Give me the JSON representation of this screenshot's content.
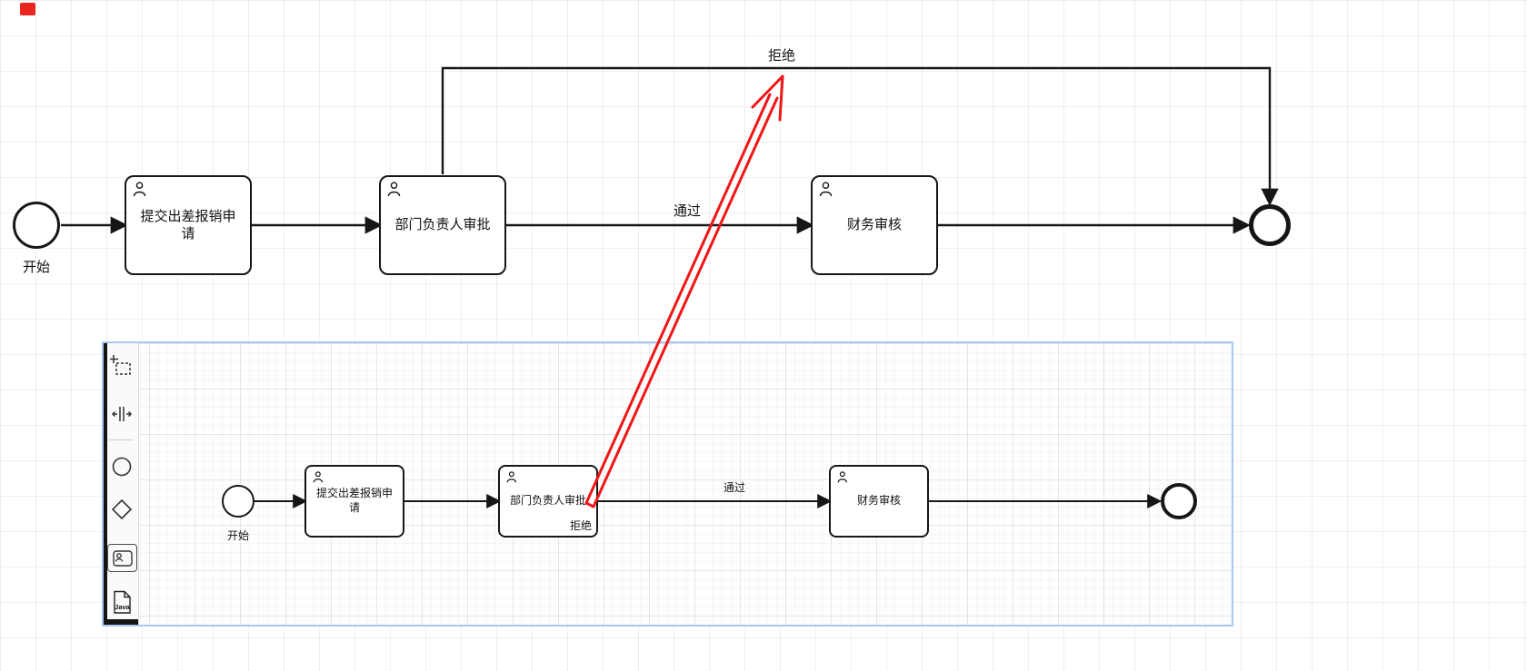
{
  "top_diagram": {
    "start_label": "开始",
    "tasks": [
      {
        "label": "提交出差报销申请"
      },
      {
        "label": "部门负责人审批"
      },
      {
        "label": "财务审核"
      }
    ],
    "pass_label": "通过",
    "reject_label": "拒绝"
  },
  "editor": {
    "palette": {
      "tools": [
        "lasso-tool",
        "space-tool"
      ],
      "elements": [
        "start-event",
        "gateway",
        "user-task",
        "java-class"
      ],
      "java_label": "Java"
    },
    "canvas": {
      "start_label": "开始",
      "tasks": [
        {
          "label": "提交出差报销申请"
        },
        {
          "label": "部门负责人审批"
        },
        {
          "label": "财务审核"
        }
      ],
      "pass_label": "通过",
      "reject_label": "拒绝"
    }
  },
  "colors": {
    "flow": "#161616",
    "annotation": "#f01616",
    "panel_border": "#a9c8ef"
  }
}
